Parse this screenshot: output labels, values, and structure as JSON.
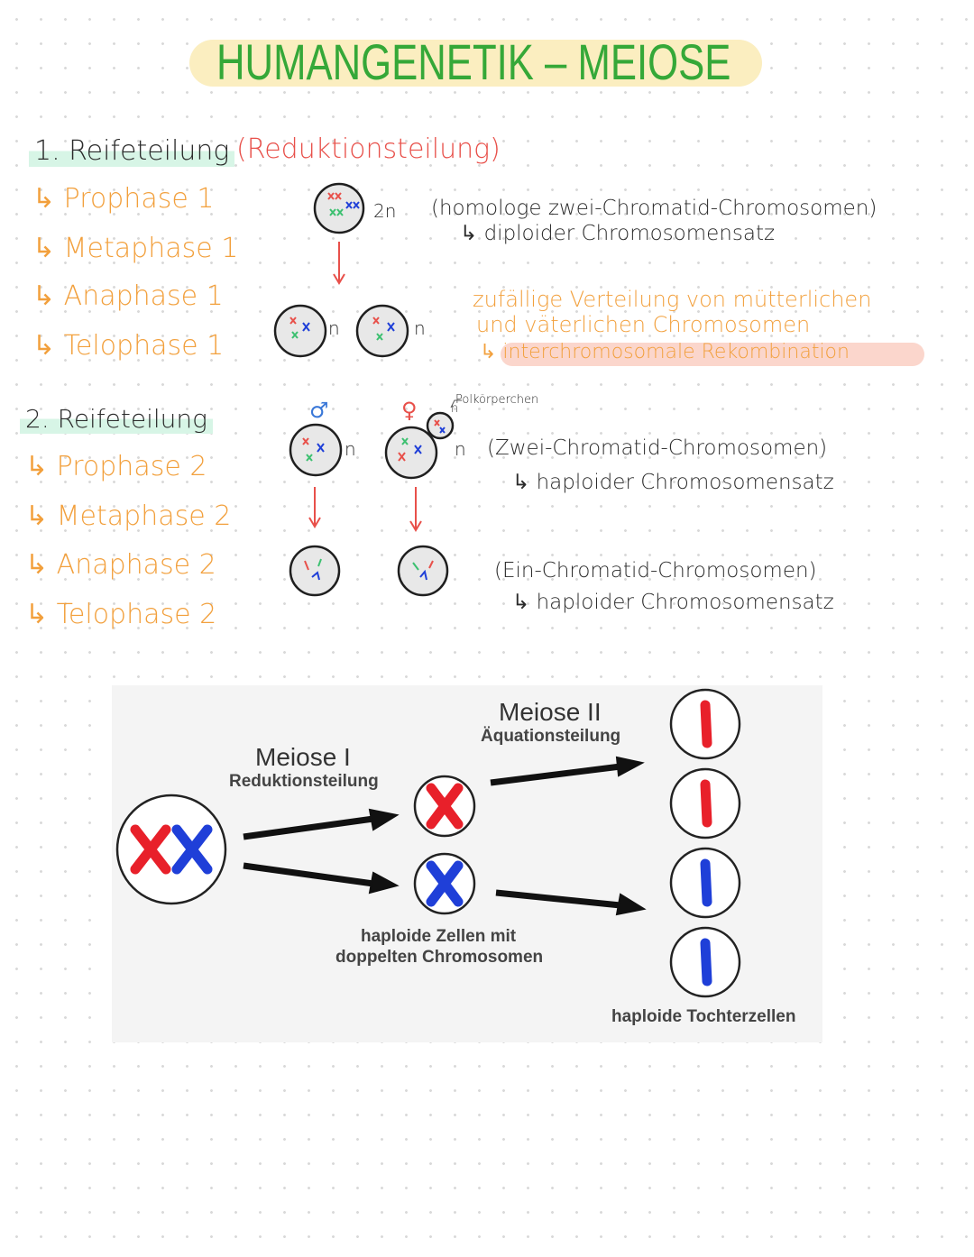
{
  "title": "HUMANGENETIK – MEIOSE",
  "first_division": {
    "heading": "1. Reifeteilung",
    "subtitle": "(Reduktionsteilung)",
    "phases": [
      "↳ Prophase 1",
      "↳ Metaphase 1",
      "↳ Anaphase 1",
      "↳ Telophase 1"
    ]
  },
  "second_division": {
    "heading": "2. Reifeteilung",
    "phases": [
      "↳ Prophase 2",
      "↳ Metaphase 2",
      "↳ Anaphase 2",
      "↳ Telophase 2"
    ]
  },
  "notes": {
    "label_2n": "2n",
    "label_n": "n",
    "homolog": "(homologe zwei-Chromatid-Chromosomen)",
    "diploid": "↳ diploider Chromosomensatz",
    "random_1": "zufällige Verteilung von mütterlichen",
    "random_2": "und väterlichen Chromosomen",
    "interchrom": "↳ interchromosomale Rekombination",
    "polkoerperchen": "Polkörperchen",
    "male_symbol": "♂",
    "female_symbol": "♀",
    "two_chromatid": "(Zwei-Chromatid-Chromosomen)",
    "haploid_1": "↳ haploider Chromosomensatz",
    "one_chromatid": "(Ein-Chromatid-Chromosomen)",
    "haploid_2": "↳ haploider Chromosomensatz"
  },
  "diagram": {
    "meiose1_title": "Meiose I",
    "meiose1_sub": "Reduktionsteilung",
    "meiose2_title": "Meiose II",
    "meiose2_sub": "Äquationsteilung",
    "mid_label_1": "haploide Zellen mit",
    "mid_label_2": "doppelten Chromosomen",
    "end_label": "haploide Tochterzellen"
  },
  "colors": {
    "title_green": "#35a838",
    "title_highlight": "#fbeec0",
    "heading_highlight": "#d7f5e6",
    "phase_orange": "#f2a03d",
    "accent_red": "#e8504a",
    "chromosome_red": "#e8202a",
    "chromosome_blue": "#1f3fd8"
  }
}
